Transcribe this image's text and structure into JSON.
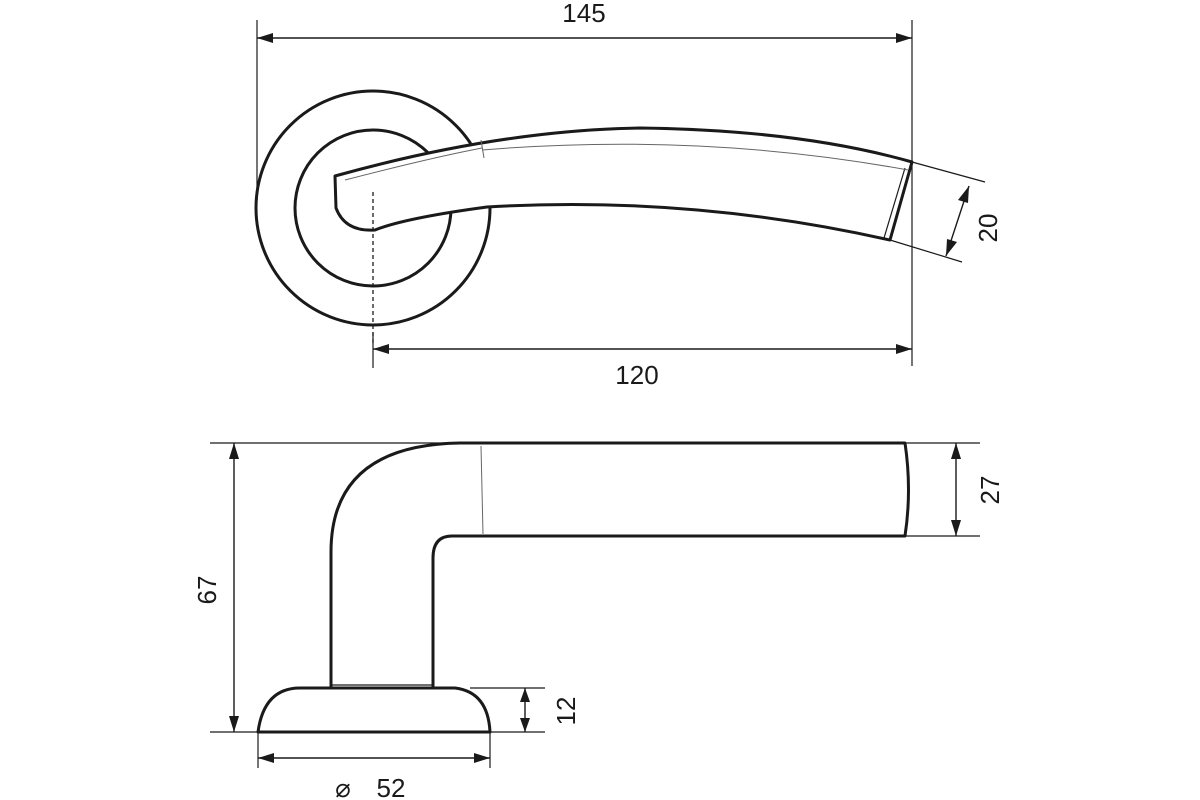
{
  "dimensions": {
    "overall_length": "145",
    "lever_length": "120",
    "lever_end_width": "20",
    "lever_thickness": "27",
    "overall_height": "67",
    "rose_height": "12",
    "rose_diameter_symbol": "⌀",
    "rose_diameter": "52"
  }
}
